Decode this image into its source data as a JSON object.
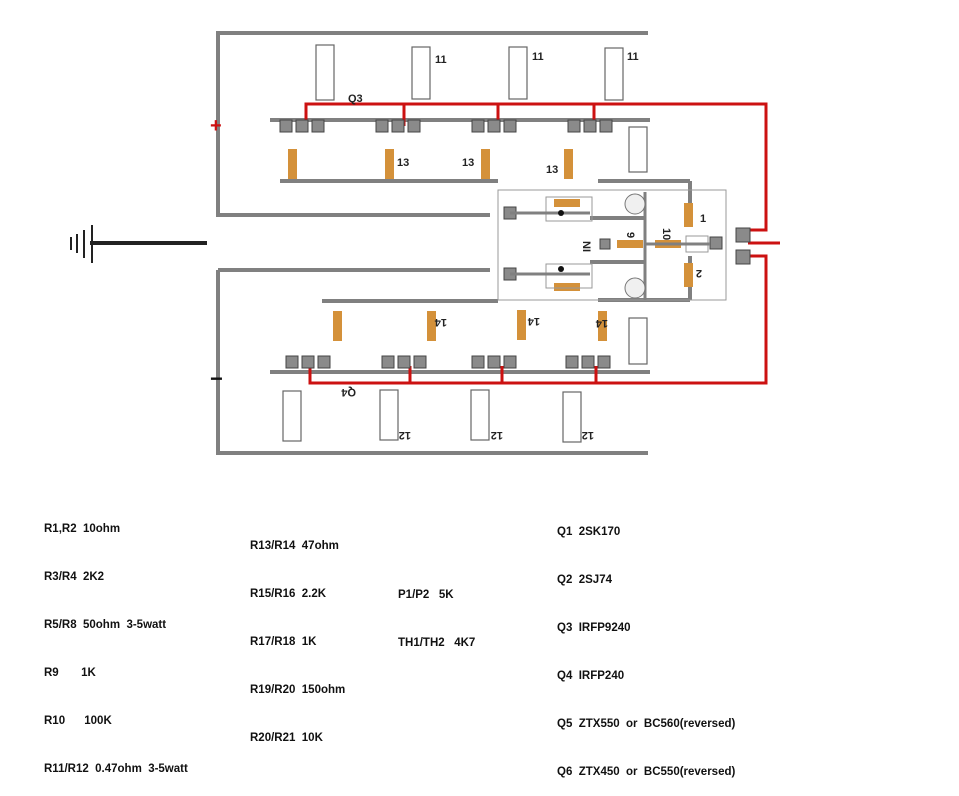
{
  "diagram": {
    "plus_sign": "+",
    "minus_sign": "−",
    "q3_label": "Q3",
    "q4_label": "Q4",
    "top_resistor_labels": [
      "11",
      "11",
      "11"
    ],
    "top_mid_labels": [
      "13",
      "13",
      "13"
    ],
    "bottom_resistor_labels": [
      "12",
      "12",
      "12"
    ],
    "bottom_mid_labels": [
      "14",
      "14",
      "14"
    ],
    "module_labels": {
      "p1": "1",
      "p2": "2",
      "r9": "9",
      "r10": "10",
      "tag": "NI"
    },
    "colors": {
      "rail": "#808080",
      "signal": "#cc1111",
      "resistor": "#d4913a",
      "pad": "#7a7a7a"
    }
  },
  "legend": {
    "col1": [
      "R1,R2  10ohm",
      "R3/R4  2K2",
      "R5/R8  50ohm  3-5watt",
      "R9       1K",
      "R10      100K",
      "R11/R12  0.47ohm  3-5watt"
    ],
    "col2": [
      "R13/R14  47ohm",
      "R15/R16  2.2K",
      "R17/R18  1K",
      "R19/R20  150ohm",
      "R20/R21  10K"
    ],
    "col3": [
      "P1/P2   5K",
      "TH1/TH2   4K7"
    ],
    "col4": [
      "Q1  2SK170",
      "Q2  2SJ74",
      "Q3  IRFP9240",
      "Q4  IRFP240",
      "Q5  ZTX550  or  BC560(reversed)",
      "Q6  ZTX450  or  BC550(reversed)"
    ]
  }
}
